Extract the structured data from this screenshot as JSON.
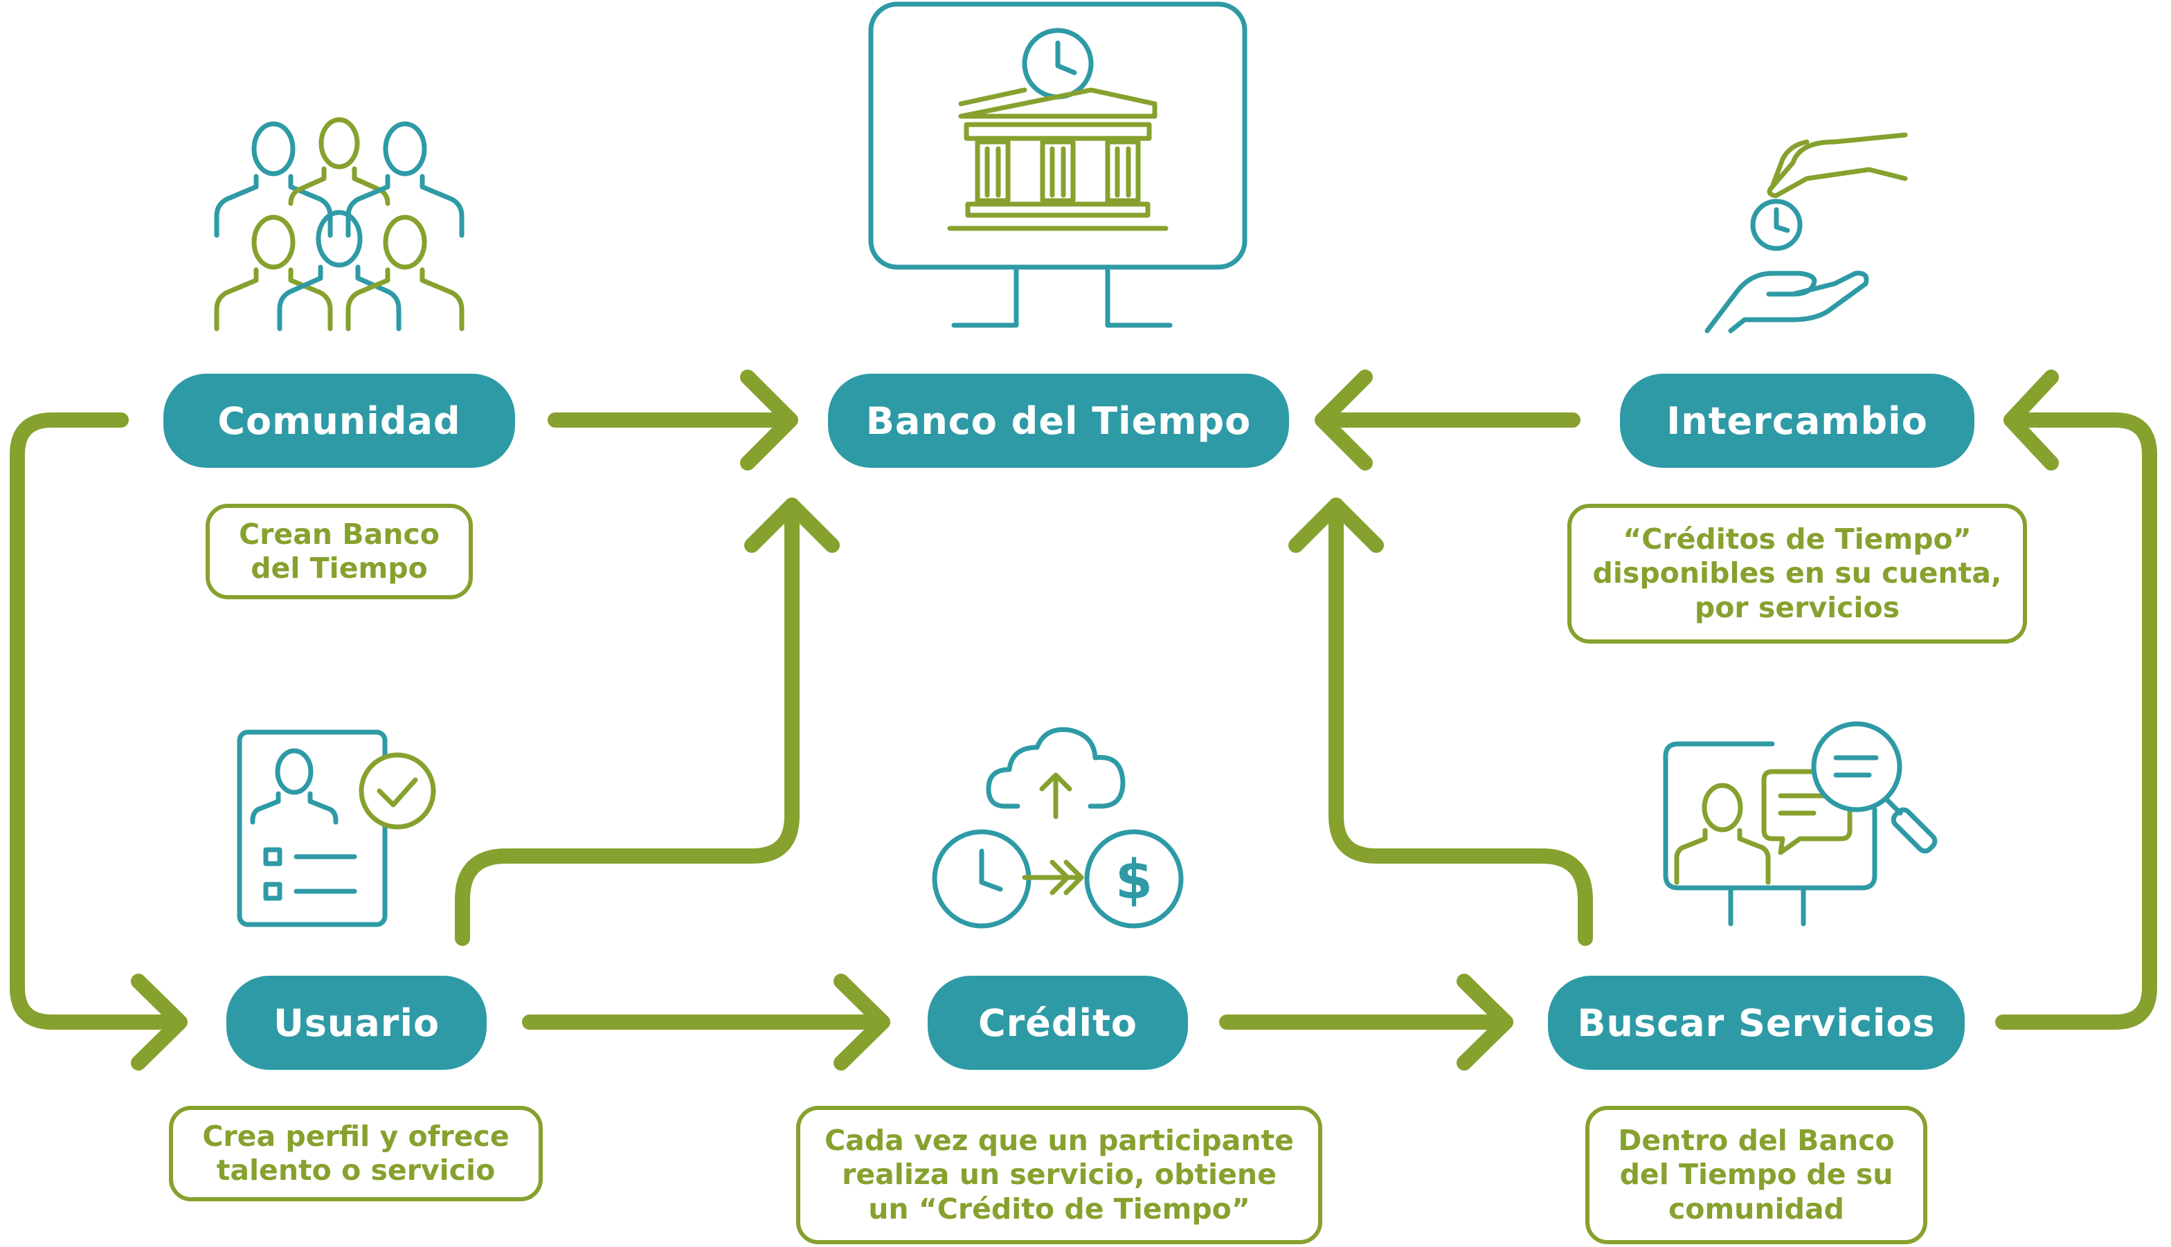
{
  "colors": {
    "teal": "#2e9aa6",
    "green": "#86a12e",
    "background": "#ffffff"
  },
  "nodes": {
    "comunidad": {
      "label": "Comunidad",
      "note": "Crean Banco\ndel Tiempo"
    },
    "banco": {
      "label": "Banco del Tiempo"
    },
    "intercambio": {
      "label": "Intercambio",
      "note": "“Créditos de Tiempo”\ndisponibles en su cuenta,\npor servicios"
    },
    "usuario": {
      "label": "Usuario",
      "note": "Crea perfil y ofrece\ntalento o servicio"
    },
    "credito": {
      "label": "Crédito",
      "note": "Cada vez que un participante\nrealiza un servicio, obtiene\nun “Crédito de Tiempo”"
    },
    "buscar": {
      "label": "Buscar Servicios",
      "note": "Dentro del Banco\ndel Tiempo de su\ncomunidad"
    }
  },
  "icons": [
    "people-group-icon",
    "bank-monitor-icon",
    "hand-coin-icon",
    "profile-check-icon",
    "time-money-exchange-icon",
    "search-services-icon"
  ]
}
